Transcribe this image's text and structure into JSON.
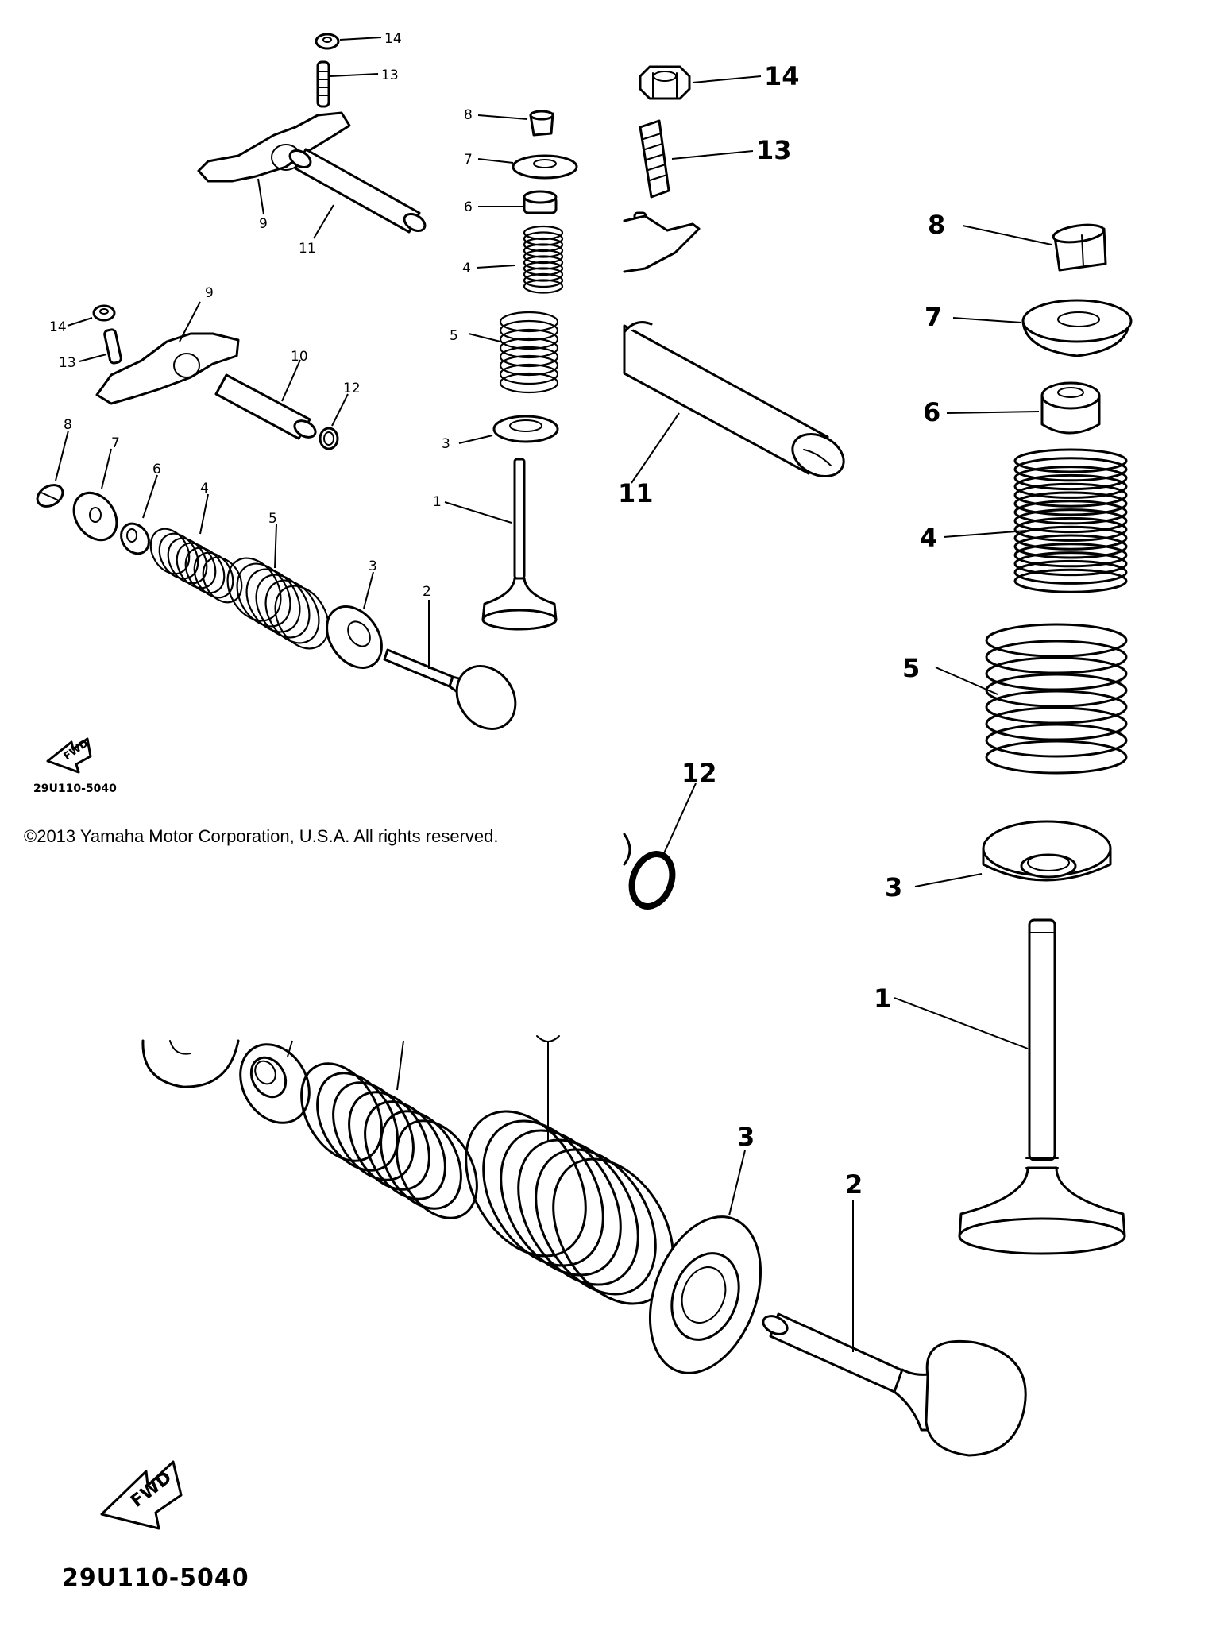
{
  "labels": {
    "p1": "1",
    "p2": "2",
    "p3": "3",
    "p4": "4",
    "p5": "5",
    "p6": "6",
    "p7": "7",
    "p8": "8",
    "p9": "9",
    "p10": "10",
    "p11": "11",
    "p12": "12",
    "p13": "13",
    "p14": "14"
  },
  "fwd_text": "FWD",
  "diagram_code": "29U110-5040",
  "copyright": "©2013 Yamaha Motor Corporation, U.S.A. All rights reserved."
}
